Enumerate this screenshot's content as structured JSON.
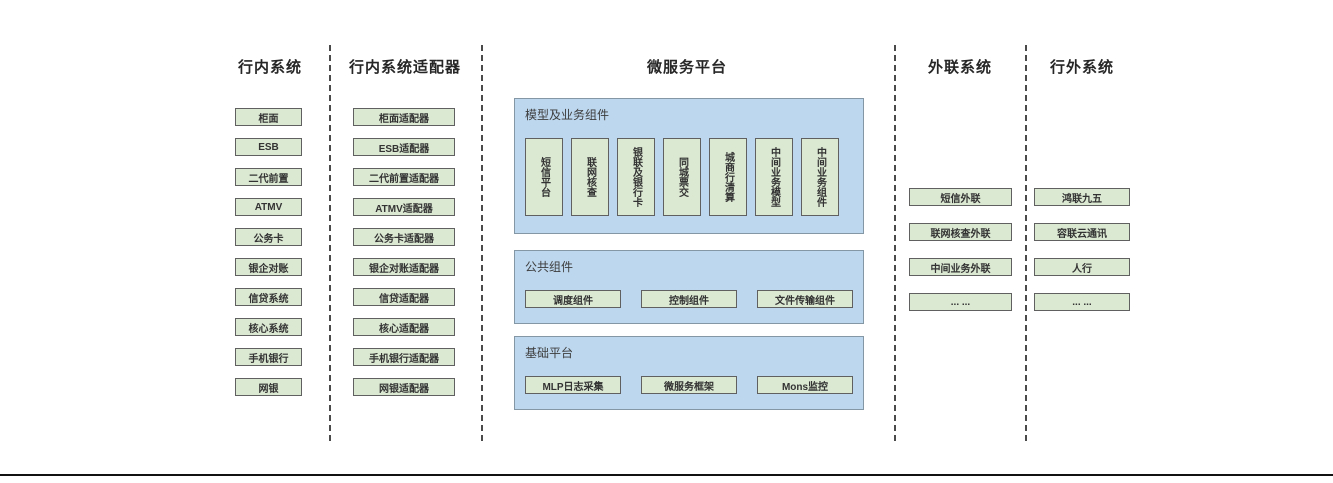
{
  "columns": {
    "internal": {
      "title": "行内系统",
      "items": [
        "柜面",
        "ESB",
        "二代前置",
        "ATMV",
        "公务卡",
        "银企对账",
        "信贷系统",
        "核心系统",
        "手机银行",
        "网银"
      ]
    },
    "adapters": {
      "title": "行内系统适配器",
      "items": [
        "柜面适配器",
        "ESB适配器",
        "二代前置适配器",
        "ATMV适配器",
        "公务卡适配器",
        "银企对账适配器",
        "信贷适配器",
        "核心适配器",
        "手机银行适配器",
        "网银适配器"
      ]
    },
    "external": {
      "title": "外联系统",
      "items": [
        "短信外联",
        "联网核查外联",
        "中间业务外联",
        "... ..."
      ]
    },
    "outside": {
      "title": "行外系统",
      "items": [
        "鸿联九五",
        "容联云通讯",
        "人行",
        "... ..."
      ]
    }
  },
  "platform": {
    "title": "微服务平台",
    "groups": [
      {
        "label": "模型及业务组件",
        "items": [
          "短信平台",
          "联网核查",
          "银联及银行卡",
          "同城票交",
          "城商行清算",
          "中间业务模型",
          "中间业务组件"
        ]
      },
      {
        "label": "公共组件",
        "items": [
          "调度组件",
          "控制组件",
          "文件传输组件"
        ]
      },
      {
        "label": "基础平台",
        "items": [
          "MLP日志采集",
          "微服务框架",
          "Mons监控"
        ]
      }
    ]
  },
  "colors": {
    "panel_fill": "#bdd7ee",
    "panel_border": "#8497a5",
    "box_fill": "#dbe8d2",
    "box_border": "#606060",
    "divider": "#4a4a4a",
    "header_text": "#262626",
    "box_text": "#333333",
    "label_text": "#3d3d3d",
    "rule": "#111111"
  }
}
